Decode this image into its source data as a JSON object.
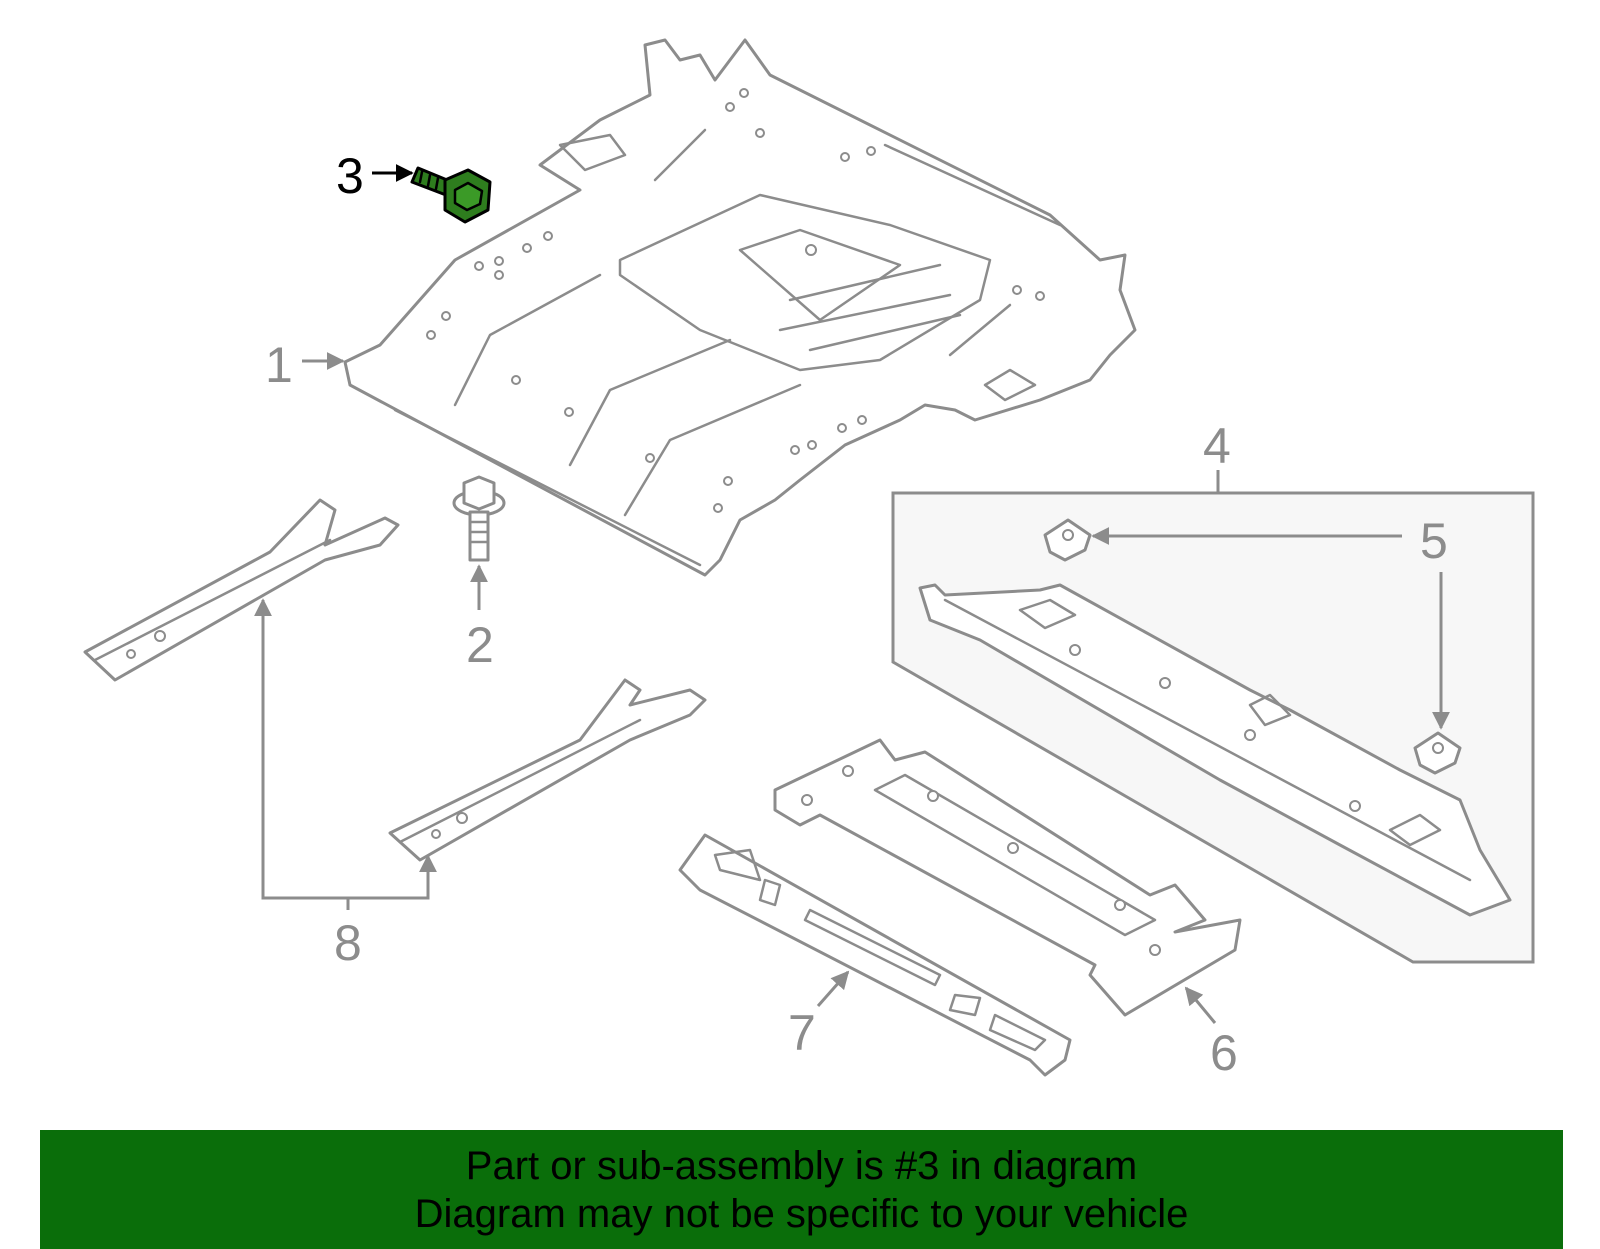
{
  "callouts": {
    "c1": "1",
    "c2": "2",
    "c3": "3",
    "c4": "4",
    "c5": "5",
    "c6": "6",
    "c7": "7",
    "c8": "8"
  },
  "highlighted_part": "3",
  "colors": {
    "highlight": "#2e7d1e",
    "outline": "#8c8c8c",
    "banner": "#0a6e0a"
  },
  "banner": {
    "line1": "Part or sub-assembly is #3 in diagram",
    "line2": "Diagram may not be specific to your vehicle"
  }
}
